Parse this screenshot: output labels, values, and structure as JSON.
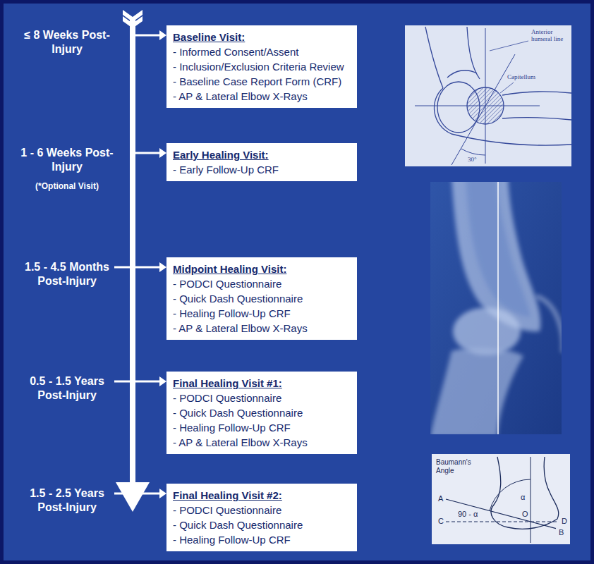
{
  "diagram": {
    "nodes": [
      {
        "text": [
          "Baseline Visit:",
          "- Informed Consent/Assent",
          "- Inclusion/Exclusion Criteria Review",
          "- Baseline Case Report Form (CRF)",
          "- AP & Lateral Elbow X-Rays"
        ]
      },
      {
        "text": [
          "Early Healing Visit:",
          "- Early Follow-Up CRF"
        ]
      },
      {
        "text": [
          "Midpoint Healing Visit:",
          "- PODCI Questionnaire",
          "- Quick Dash Questionnaire",
          "- Healing Follow-Up CRF",
          "- AP & Lateral Elbow X-Rays"
        ]
      },
      {
        "text": [
          "Final Healing Visit #1:",
          "- PODCI Questionnaire",
          "- Quick Dash Questionnaire",
          "- Healing Follow-Up CRF",
          "- AP & Lateral Elbow X-Rays"
        ]
      },
      {
        "text": [
          "Final Healing Visit #2:",
          "- PODCI Questionnaire",
          "- Quick Dash Questionnaire",
          "- Healing Follow-Up CRF"
        ]
      }
    ],
    "labels": [
      "≤ 8 Weeks Post-Injury",
      "1 - 6 Weeks Post-Injury",
      "(*Optional Visit)",
      "1.5 - 4.5 Months Post-Injury",
      "0.5 - 1.5 Years Post-Injury",
      "1.5 - 2.5 Years Post-Injury",
      "Anterior humeral line",
      "Capitellum",
      "30°",
      "Baumann's Angle",
      "A",
      "90 - α",
      "α",
      "C",
      "O",
      "D",
      "B"
    ]
  }
}
